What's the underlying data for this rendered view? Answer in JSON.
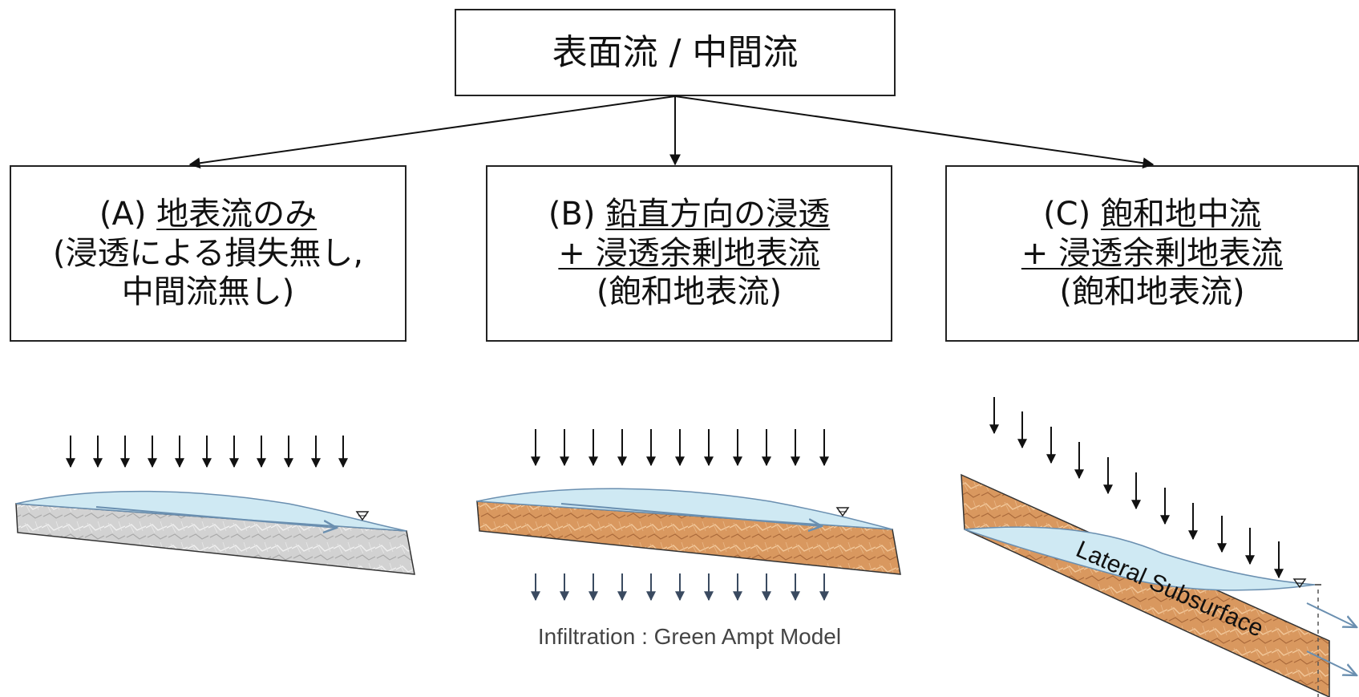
{
  "root": {
    "label": "表面流 / 中間流"
  },
  "boxes": {
    "a": {
      "prefix": "(A) ",
      "title": "地表流のみ",
      "line2": "(浸透による損失無し,",
      "line3": "中間流無し)"
    },
    "b": {
      "prefix": "(B) ",
      "title": "鉛直方向の浸透",
      "line2": "+ 浸透余剰地表流",
      "line3": "(飽和地表流)"
    },
    "c": {
      "prefix": "(C) ",
      "title": "飽和地中流",
      "line2": "+ 浸透余剰地表流",
      "line3": "(飽和地表流)"
    }
  },
  "panel_b": {
    "caption": "Infiltration : Green Ampt Model"
  },
  "panel_c": {
    "soil_label": "Lateral Subsurface"
  },
  "colors": {
    "water": "#cfe9f3",
    "water_edge": "#6a8fb0",
    "soil_orange": "#d9985f",
    "soil_gray": "#cfcfcf",
    "infiltration_arrow": "#3a4a60",
    "outline": "#222222"
  },
  "icons": {
    "water_table": "inverted-triangle-icon",
    "rain": "down-arrow-icon"
  }
}
